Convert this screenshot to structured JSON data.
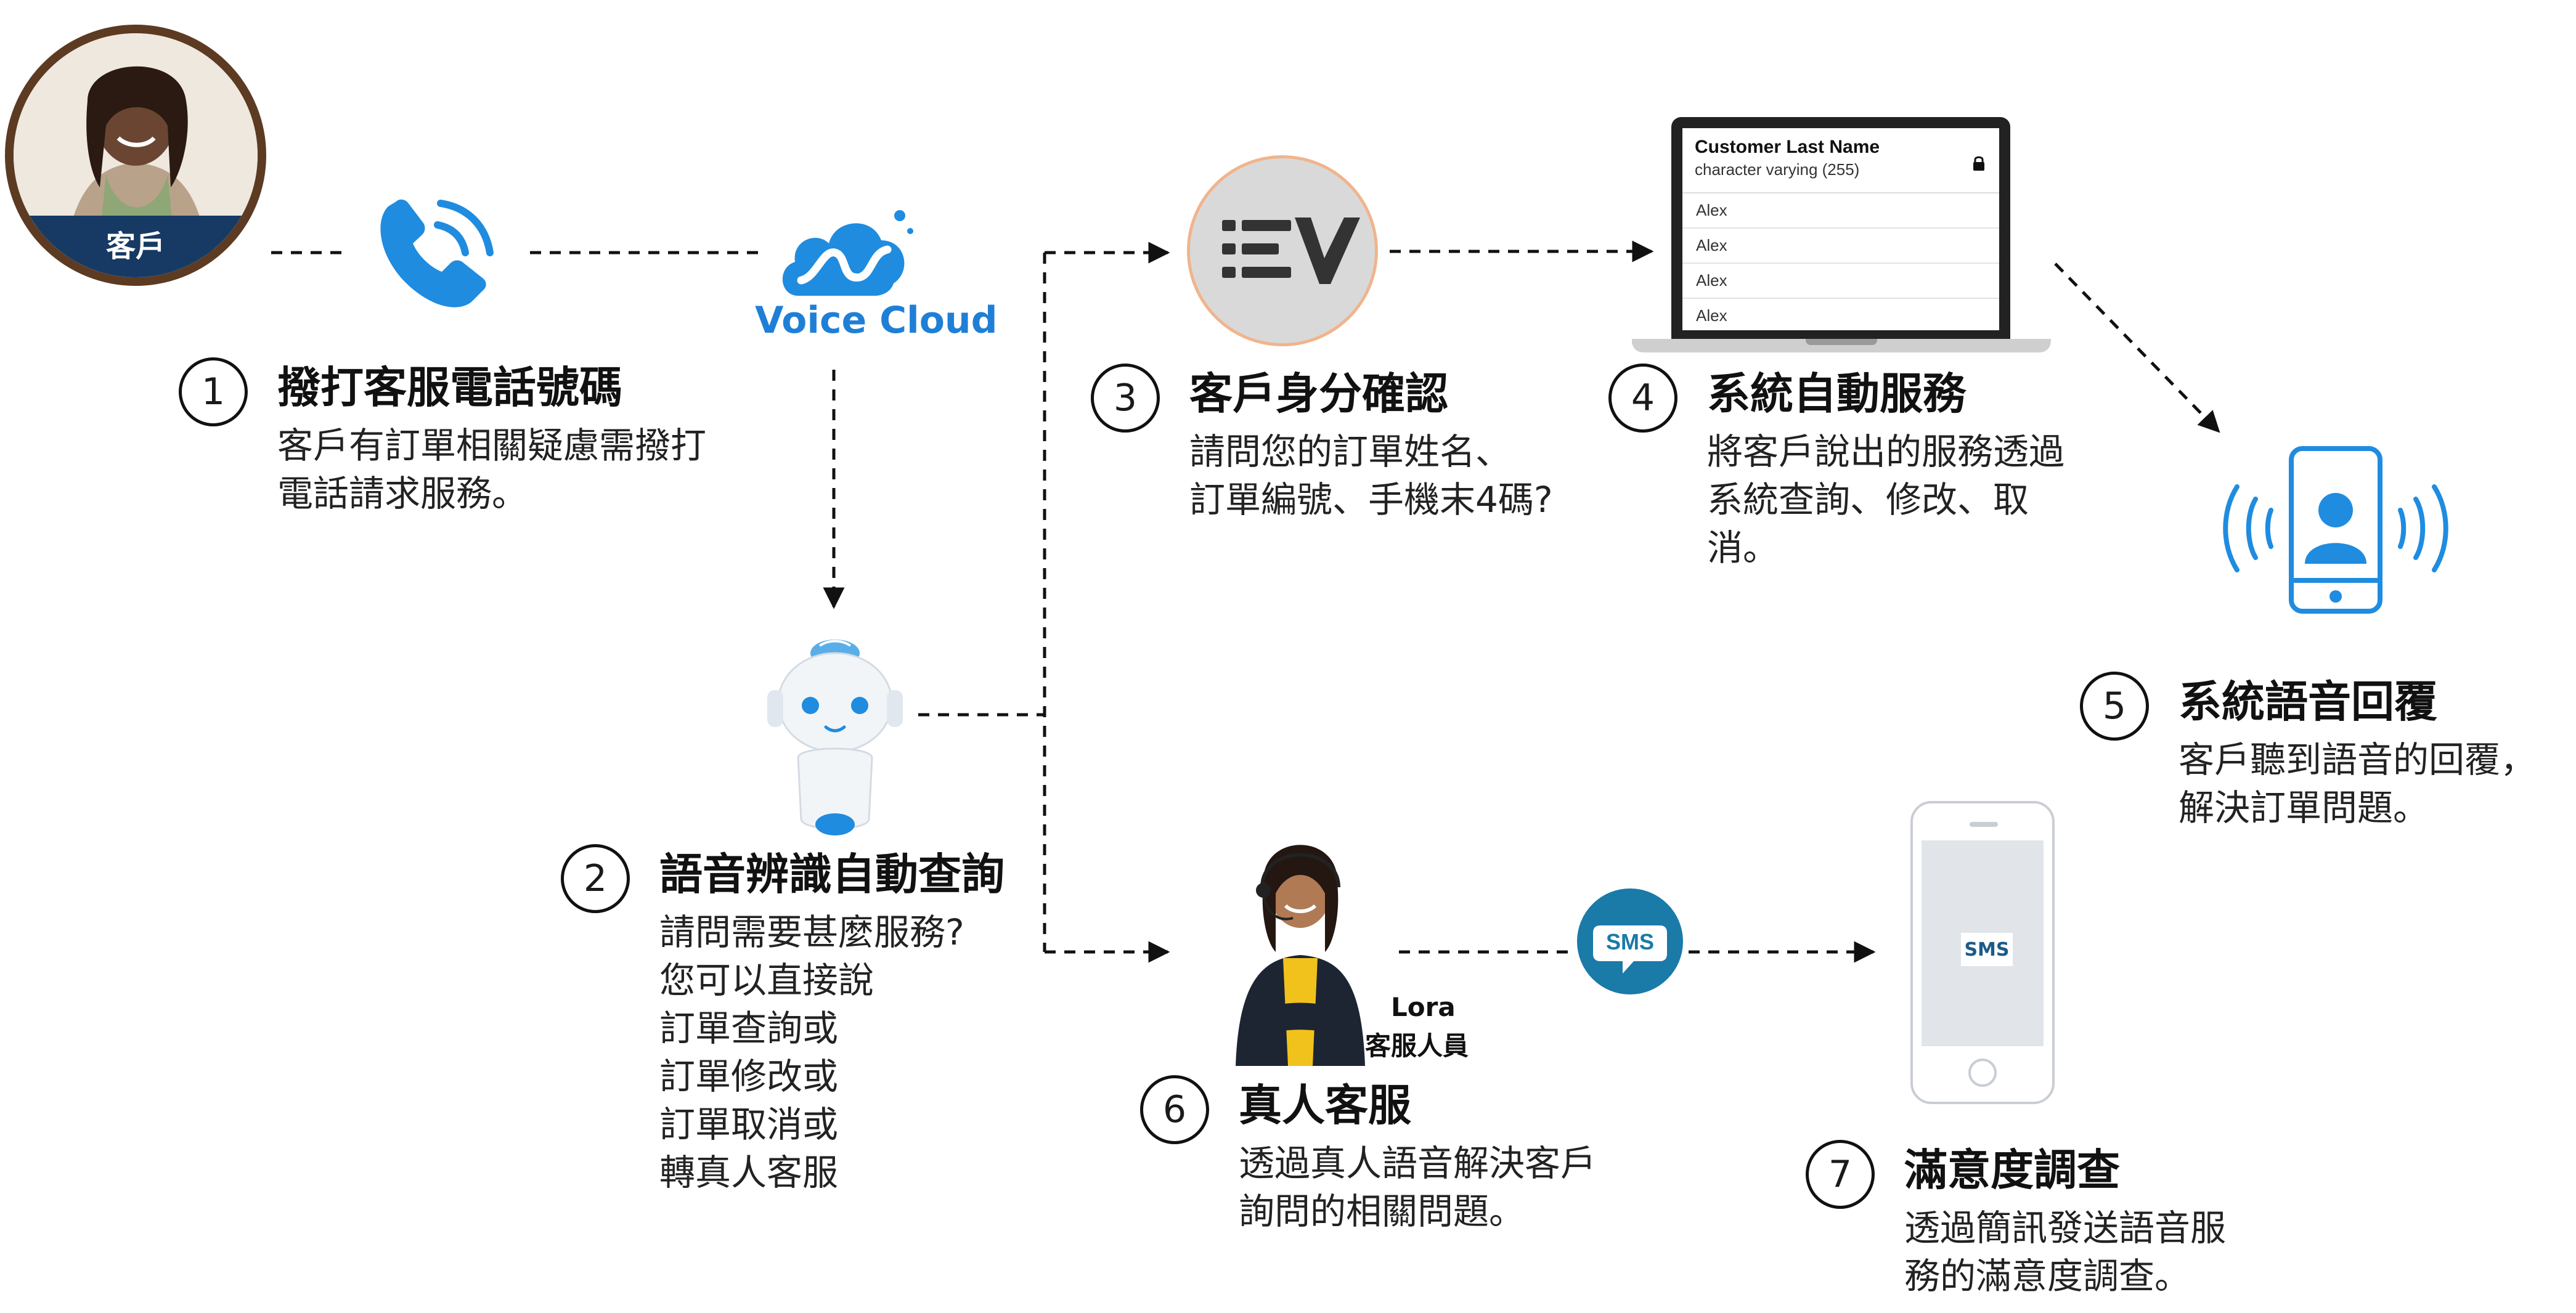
{
  "customer": {
    "caption": "客戶"
  },
  "voice_cloud": {
    "label": "Voice Cloud"
  },
  "agent": {
    "name": "Lora",
    "role": "客服人員"
  },
  "sms": {
    "bubble_label": "SMS",
    "screen_label": "SMS"
  },
  "database_card": {
    "column_title": "Customer Last Name",
    "column_type": "character varying (255)",
    "rows": [
      "Alex",
      "Alex",
      "Alex",
      "Alex"
    ]
  },
  "steps": [
    {
      "number": "1",
      "title": "撥打客服電話號碼",
      "lines": [
        "客戶有訂單相關疑慮需撥打",
        "電話請求服務。"
      ]
    },
    {
      "number": "2",
      "title": "語音辨識自動查詢",
      "lines": [
        "請問需要甚麼服務?",
        "您可以直接說",
        "訂單查詢或",
        "訂單修改或",
        "訂單取消或",
        "轉真人客服"
      ]
    },
    {
      "number": "3",
      "title": "客戶身分確認",
      "lines": [
        "請問您的訂單姓名、",
        "訂單編號、手機末4碼?"
      ]
    },
    {
      "number": "4",
      "title": "系統自動服務",
      "lines": [
        "將客戶說出的服務透過",
        "系統查詢、修改、取",
        "消。"
      ]
    },
    {
      "number": "5",
      "title": "系統語音回覆",
      "lines": [
        "客戶聽到語音的回覆，",
        "解決訂單問題。"
      ]
    },
    {
      "number": "6",
      "title": "真人客服",
      "lines": [
        "透過真人語音解決客戶",
        "詢問的相關問題。"
      ]
    },
    {
      "number": "7",
      "title": "滿意度調查",
      "lines": [
        "透過簡訊發送語音服",
        "務的滿意度調查。"
      ]
    }
  ],
  "colors": {
    "accent_blue": "#1f8ce0",
    "avatar_ring": "#5c3b22",
    "caption_bg": "#163a63",
    "sms_bubble": "#1a7aa8"
  }
}
